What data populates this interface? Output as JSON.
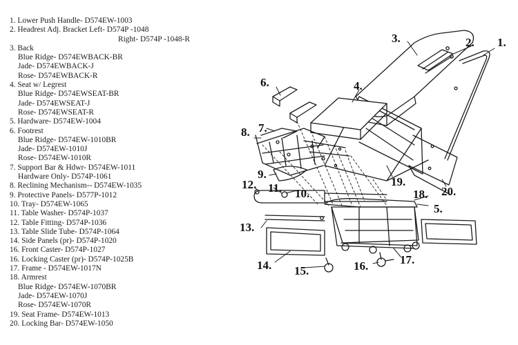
{
  "parts_list": [
    {
      "text": "1. Lower Push Handle- D574EW-1003",
      "indent": 0
    },
    {
      "text": "2. Headrest Adj. Bracket Left- D574P -1048",
      "indent": 0
    },
    {
      "text": "Right- D574P -1048-R",
      "indent": 2
    },
    {
      "text": "3. Back",
      "indent": 0
    },
    {
      "text": "Blue Ridge- D574EWBACK-BR",
      "indent": 1
    },
    {
      "text": "Jade- D574EWBACK-J",
      "indent": 1
    },
    {
      "text": "Rose- D574EWBACK-R",
      "indent": 1
    },
    {
      "text": "4. Seat w/ Legrest",
      "indent": 0
    },
    {
      "text": "Blue Ridge- D574EWSEAT-BR",
      "indent": 1
    },
    {
      "text": "Jade- D574EWSEAT-J",
      "indent": 1
    },
    {
      "text": "Rose- D574EWSEAT-R",
      "indent": 1
    },
    {
      "text": "5. Hardware- D574EW-1004",
      "indent": 0
    },
    {
      "text": "6. Footrest",
      "indent": 0
    },
    {
      "text": "Blue Ridge- D574EW-1010BR",
      "indent": 1
    },
    {
      "text": "Jade- D574EW-1010J",
      "indent": 1
    },
    {
      "text": "Rose- D574EW-1010R",
      "indent": 1
    },
    {
      "text": "7. Support Bar & Hdwr- D574EW-1011",
      "indent": 0
    },
    {
      "text": "Hardware Only- D574P-1061",
      "indent": 1
    },
    {
      "text": "8. Reclining Mechanism-- D574EW-1035",
      "indent": 0
    },
    {
      "text": "9. Protective Panels- D577P-1012",
      "indent": 0
    },
    {
      "text": "10. Tray- D574EW-1065",
      "indent": 0
    },
    {
      "text": "11. Table Washer- D574P-1037",
      "indent": 0
    },
    {
      "text": "12. Table Fitting- D574P-1036",
      "indent": 0
    },
    {
      "text": "13. Table Slide Tube- D574P-1064",
      "indent": 0
    },
    {
      "text": "14. Side Panels (pr)- D574P-1020",
      "indent": 0
    },
    {
      "text": "16. Front Caster- D574P-1027",
      "indent": 0
    },
    {
      "text": "16. Locking Caster (pr)- D574P-1025B",
      "indent": 0
    },
    {
      "text": "17. Frame - D574EW-1017N",
      "indent": 0
    },
    {
      "text": "18. Armrest",
      "indent": 0
    },
    {
      "text": "Blue Ridge- D574EW-1070BR",
      "indent": 1
    },
    {
      "text": "Jade- D574EW-1070J",
      "indent": 1
    },
    {
      "text": "Rose- D574EW-1070R",
      "indent": 1
    },
    {
      "text": "19. Seat Frame- D574EW-1013",
      "indent": 0
    },
    {
      "text": "20. Locking Bar- D574EW-1050",
      "indent": 0
    }
  ],
  "callouts": {
    "c1": "1.",
    "c2": "2.",
    "c3": "3.",
    "c4": "4.",
    "c5": "5.",
    "c6": "6.",
    "c7": "7.",
    "c8": "8.",
    "c9": "9.",
    "c10": "10.",
    "c11": "11.",
    "c12": "12.",
    "c13": "13.",
    "c14": "14.",
    "c15": "15.",
    "c16": "16.",
    "c17": "17.",
    "c18": "18.",
    "c19": "19.",
    "c20": "20."
  },
  "colors": {
    "ink": "#1a1a1a",
    "background": "#ffffff"
  }
}
